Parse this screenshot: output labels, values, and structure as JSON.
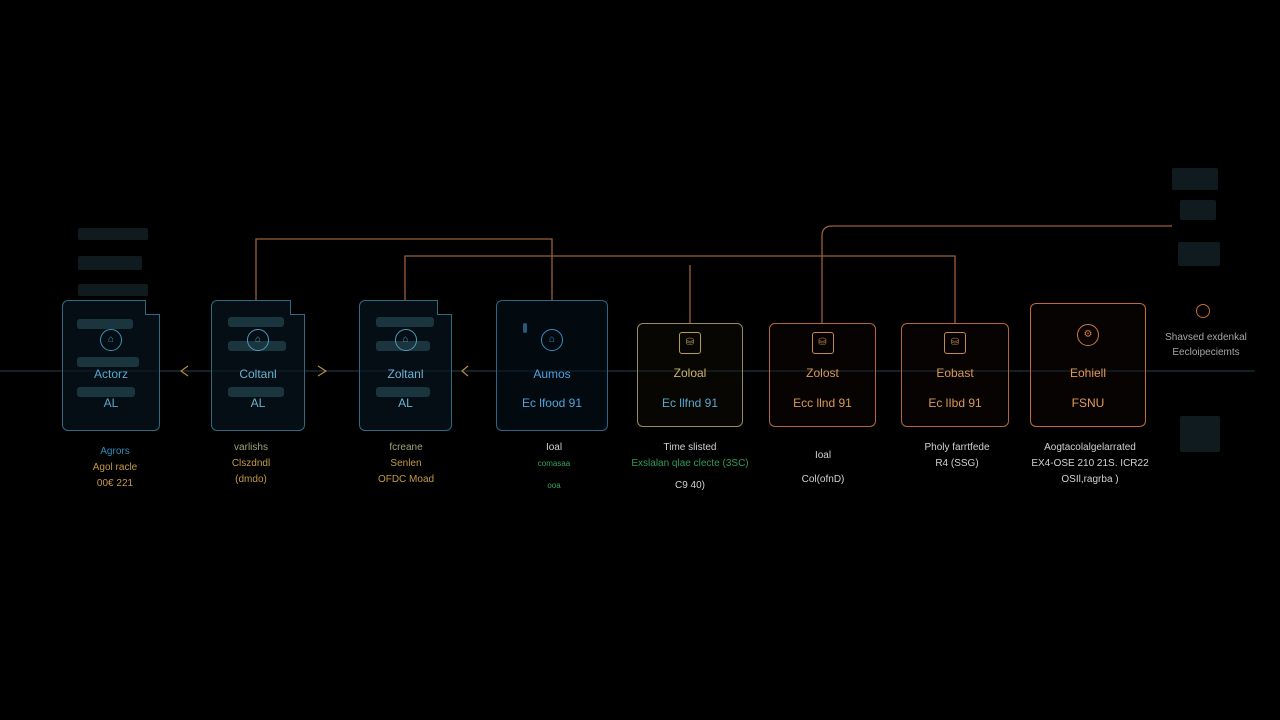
{
  "colors": {
    "background": "#000000",
    "line_gray": "#1d3340",
    "teal_border": "#2f6a80",
    "blue_text": "#2d7db6",
    "olive_border": "#9a8a5a",
    "orange_border": "#b2683a",
    "orange_text": "#d08a45",
    "gold_text": "#c39a45",
    "gray_text": "#b3b3b3"
  },
  "nodes": [
    {
      "title": "Actorz",
      "sub": "AL",
      "icon": "cloud-icon",
      "caption": [
        "Agrors",
        "Agol racle",
        "00€ 221"
      ]
    },
    {
      "title": "Coltanl",
      "sub": "AL",
      "icon": "cloud-icon",
      "caption": [
        "varlishs",
        "Clszdndl",
        "(dmdo)"
      ]
    },
    {
      "title": "Zoltanl",
      "sub": "AL",
      "icon": "cloud-icon",
      "caption": [
        "fcreane",
        "Senlen",
        "OFDC Moad"
      ]
    },
    {
      "title": "Aumos",
      "sub": "Ec lfood 91",
      "icon": "cloud-icon",
      "caption": [
        "Ioal",
        "comasaa",
        "ooa"
      ]
    },
    {
      "title": "Zoloal",
      "sub": "Ec llfnd 91",
      "icon": "database-icon",
      "caption": [
        "Time slisted",
        "Exslalan qlae clecte (3SC)",
        "C9 40)"
      ]
    },
    {
      "title": "Zolost",
      "sub": "Ecc llnd 91",
      "icon": "database-icon",
      "caption": [
        "Ioal",
        "Col(ofnD)"
      ]
    },
    {
      "title": "Eobast",
      "sub": "Ec lIbd 91",
      "icon": "database-icon",
      "caption": [
        "Pholy farrtfede",
        "R4 (SSG)"
      ]
    },
    {
      "title": "Eohiell",
      "sub": "FSNU",
      "icon": "gear-icon",
      "caption": [
        "Aogtacolalgelarrated",
        "EX4-OSE 210 21S. ICR22",
        "OSIl,ragrba )"
      ]
    }
  ],
  "external": {
    "label_line1": "Shavsed exdenkal",
    "label_line2": "Eecloipeciemts",
    "icon": "connector-icon"
  }
}
